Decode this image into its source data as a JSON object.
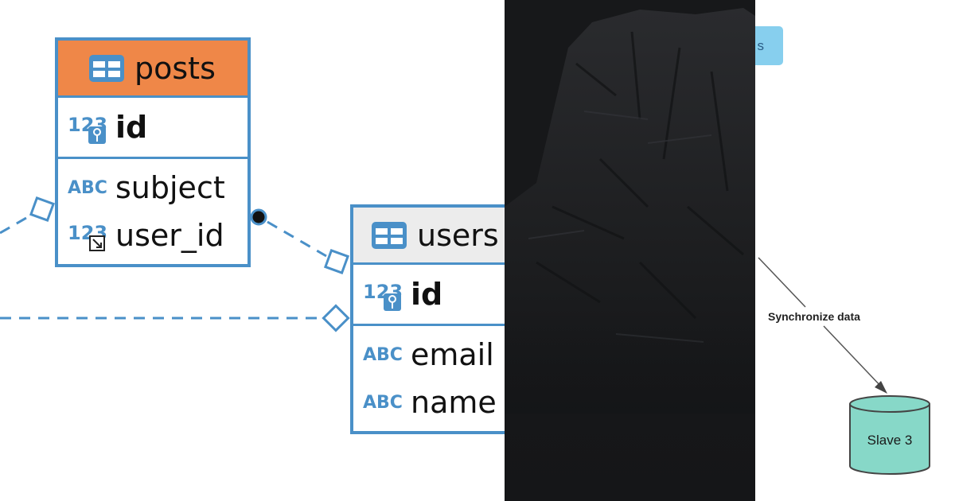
{
  "er_diagram": {
    "posts": {
      "title": "posts",
      "columns": [
        {
          "name": "id",
          "type_icon": "numeric-key-icon",
          "primary_key": true
        },
        {
          "name": "subject",
          "type_icon": "text-type-icon",
          "primary_key": false
        },
        {
          "name": "user_id",
          "type_icon": "numeric-foreign-key-icon",
          "primary_key": false
        }
      ],
      "header_color": "#ef8748"
    },
    "users": {
      "title": "users",
      "columns": [
        {
          "name": "id",
          "type_icon": "numeric-key-icon",
          "primary_key": true
        },
        {
          "name": "email",
          "type_icon": "text-type-icon",
          "primary_key": false
        },
        {
          "name": "name",
          "type_icon": "text-type-icon",
          "primary_key": false
        }
      ],
      "header_color": "#ececec"
    },
    "border_color": "#4a90c8"
  },
  "photo": {
    "description_icon": "dark-rock-photo"
  },
  "replication": {
    "top_box_text": "s",
    "arrow_label": "Synchronize data",
    "slave_label": "Slave 3",
    "slave_color": "#87d8c8"
  }
}
